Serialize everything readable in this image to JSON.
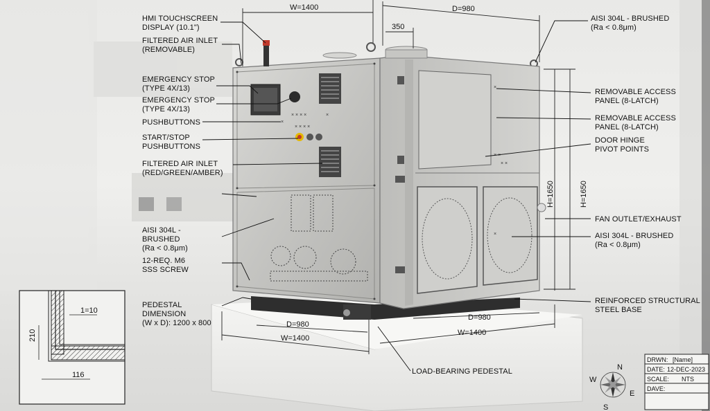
{
  "dimensions": {
    "top_width": "W=1400",
    "top_depth": "D=980",
    "top_offset": "350",
    "height_outer": "H=1650",
    "height_inner": "H=1650",
    "base_depth_left": "D=980",
    "base_width_left": "W=1400",
    "base_depth_right": "D=980",
    "base_width_right": "W=1400"
  },
  "left_callouts": [
    {
      "id": "hmi",
      "lines": [
        "HMI TOUCHSCREEN",
        "DISPLAY (10.1\")"
      ]
    },
    {
      "id": "air-inlet-removable",
      "lines": [
        "FILTERED AIR INLET",
        "(REMOVABLE)"
      ]
    },
    {
      "id": "estop-1",
      "lines": [
        "EMERGENCY STOP",
        "(TYPE 4X/13)"
      ]
    },
    {
      "id": "estop-2",
      "lines": [
        "EMERGENCY STOP",
        "(TYPE 4X/13)"
      ]
    },
    {
      "id": "pushbuttons",
      "lines": [
        "PUSHBUTTONS"
      ]
    },
    {
      "id": "start-stop",
      "lines": [
        "START/STOP",
        "PUSHBUTTONS"
      ]
    },
    {
      "id": "air-inlet-rga",
      "lines": [
        "FILTERED AIR INLET",
        "(RED/GREEN/AMBER)"
      ]
    },
    {
      "id": "aisi-left",
      "lines": [
        "AISI 304L -",
        "BRUSHED",
        "(Ra < 0.8μm)"
      ]
    },
    {
      "id": "screw",
      "lines": [
        "12-REQ. M6",
        "SSS SCREW"
      ]
    },
    {
      "id": "pedestal-dim",
      "lines": [
        "PEDESTAL",
        "DIMENSION",
        "(W x D): 1200 x 800"
      ]
    }
  ],
  "right_callouts": [
    {
      "id": "aisi-top",
      "lines": [
        "AISI 304L - BRUSHED",
        "(Ra < 0.8μm)"
      ]
    },
    {
      "id": "access-1",
      "lines": [
        "REMOVABLE ACCESS",
        "PANEL (8-LATCH)"
      ]
    },
    {
      "id": "access-2",
      "lines": [
        "REMOVABLE ACCESS",
        "PANEL (8-LATCH)"
      ]
    },
    {
      "id": "hinge",
      "lines": [
        "DOOR HINGE",
        "PIVOT POINTS"
      ]
    },
    {
      "id": "fan",
      "lines": [
        "FAN OUTLET/EXHAUST"
      ]
    },
    {
      "id": "aisi-right",
      "lines": [
        "AISI 304L - BRUSHED",
        "(Ra < 0.8μm)"
      ]
    },
    {
      "id": "base",
      "lines": [
        "REINFORCED STRUCTURAL",
        "STEEL BASE"
      ]
    }
  ],
  "bottom_callout": "LOAD-BEARING PEDESTAL",
  "detail": {
    "dim_gap": "1=10",
    "dim_height": "210",
    "dim_width": "116"
  },
  "title_block": {
    "rows": [
      {
        "key": "DRWN:",
        "value": "[Name]"
      },
      {
        "key": "DATE:",
        "value": "12-DEC-2023"
      },
      {
        "key": "SCALE:",
        "value": "NTS"
      },
      {
        "key": "DAVE:",
        "value": ""
      }
    ]
  },
  "compass": {
    "n": "N",
    "e": "E",
    "s": "S",
    "w": "W"
  },
  "colors": {
    "steel": "#c9c9c6",
    "steel_dark": "#8d8d8a",
    "ink": "#111111",
    "floor": "#dcdcda"
  }
}
